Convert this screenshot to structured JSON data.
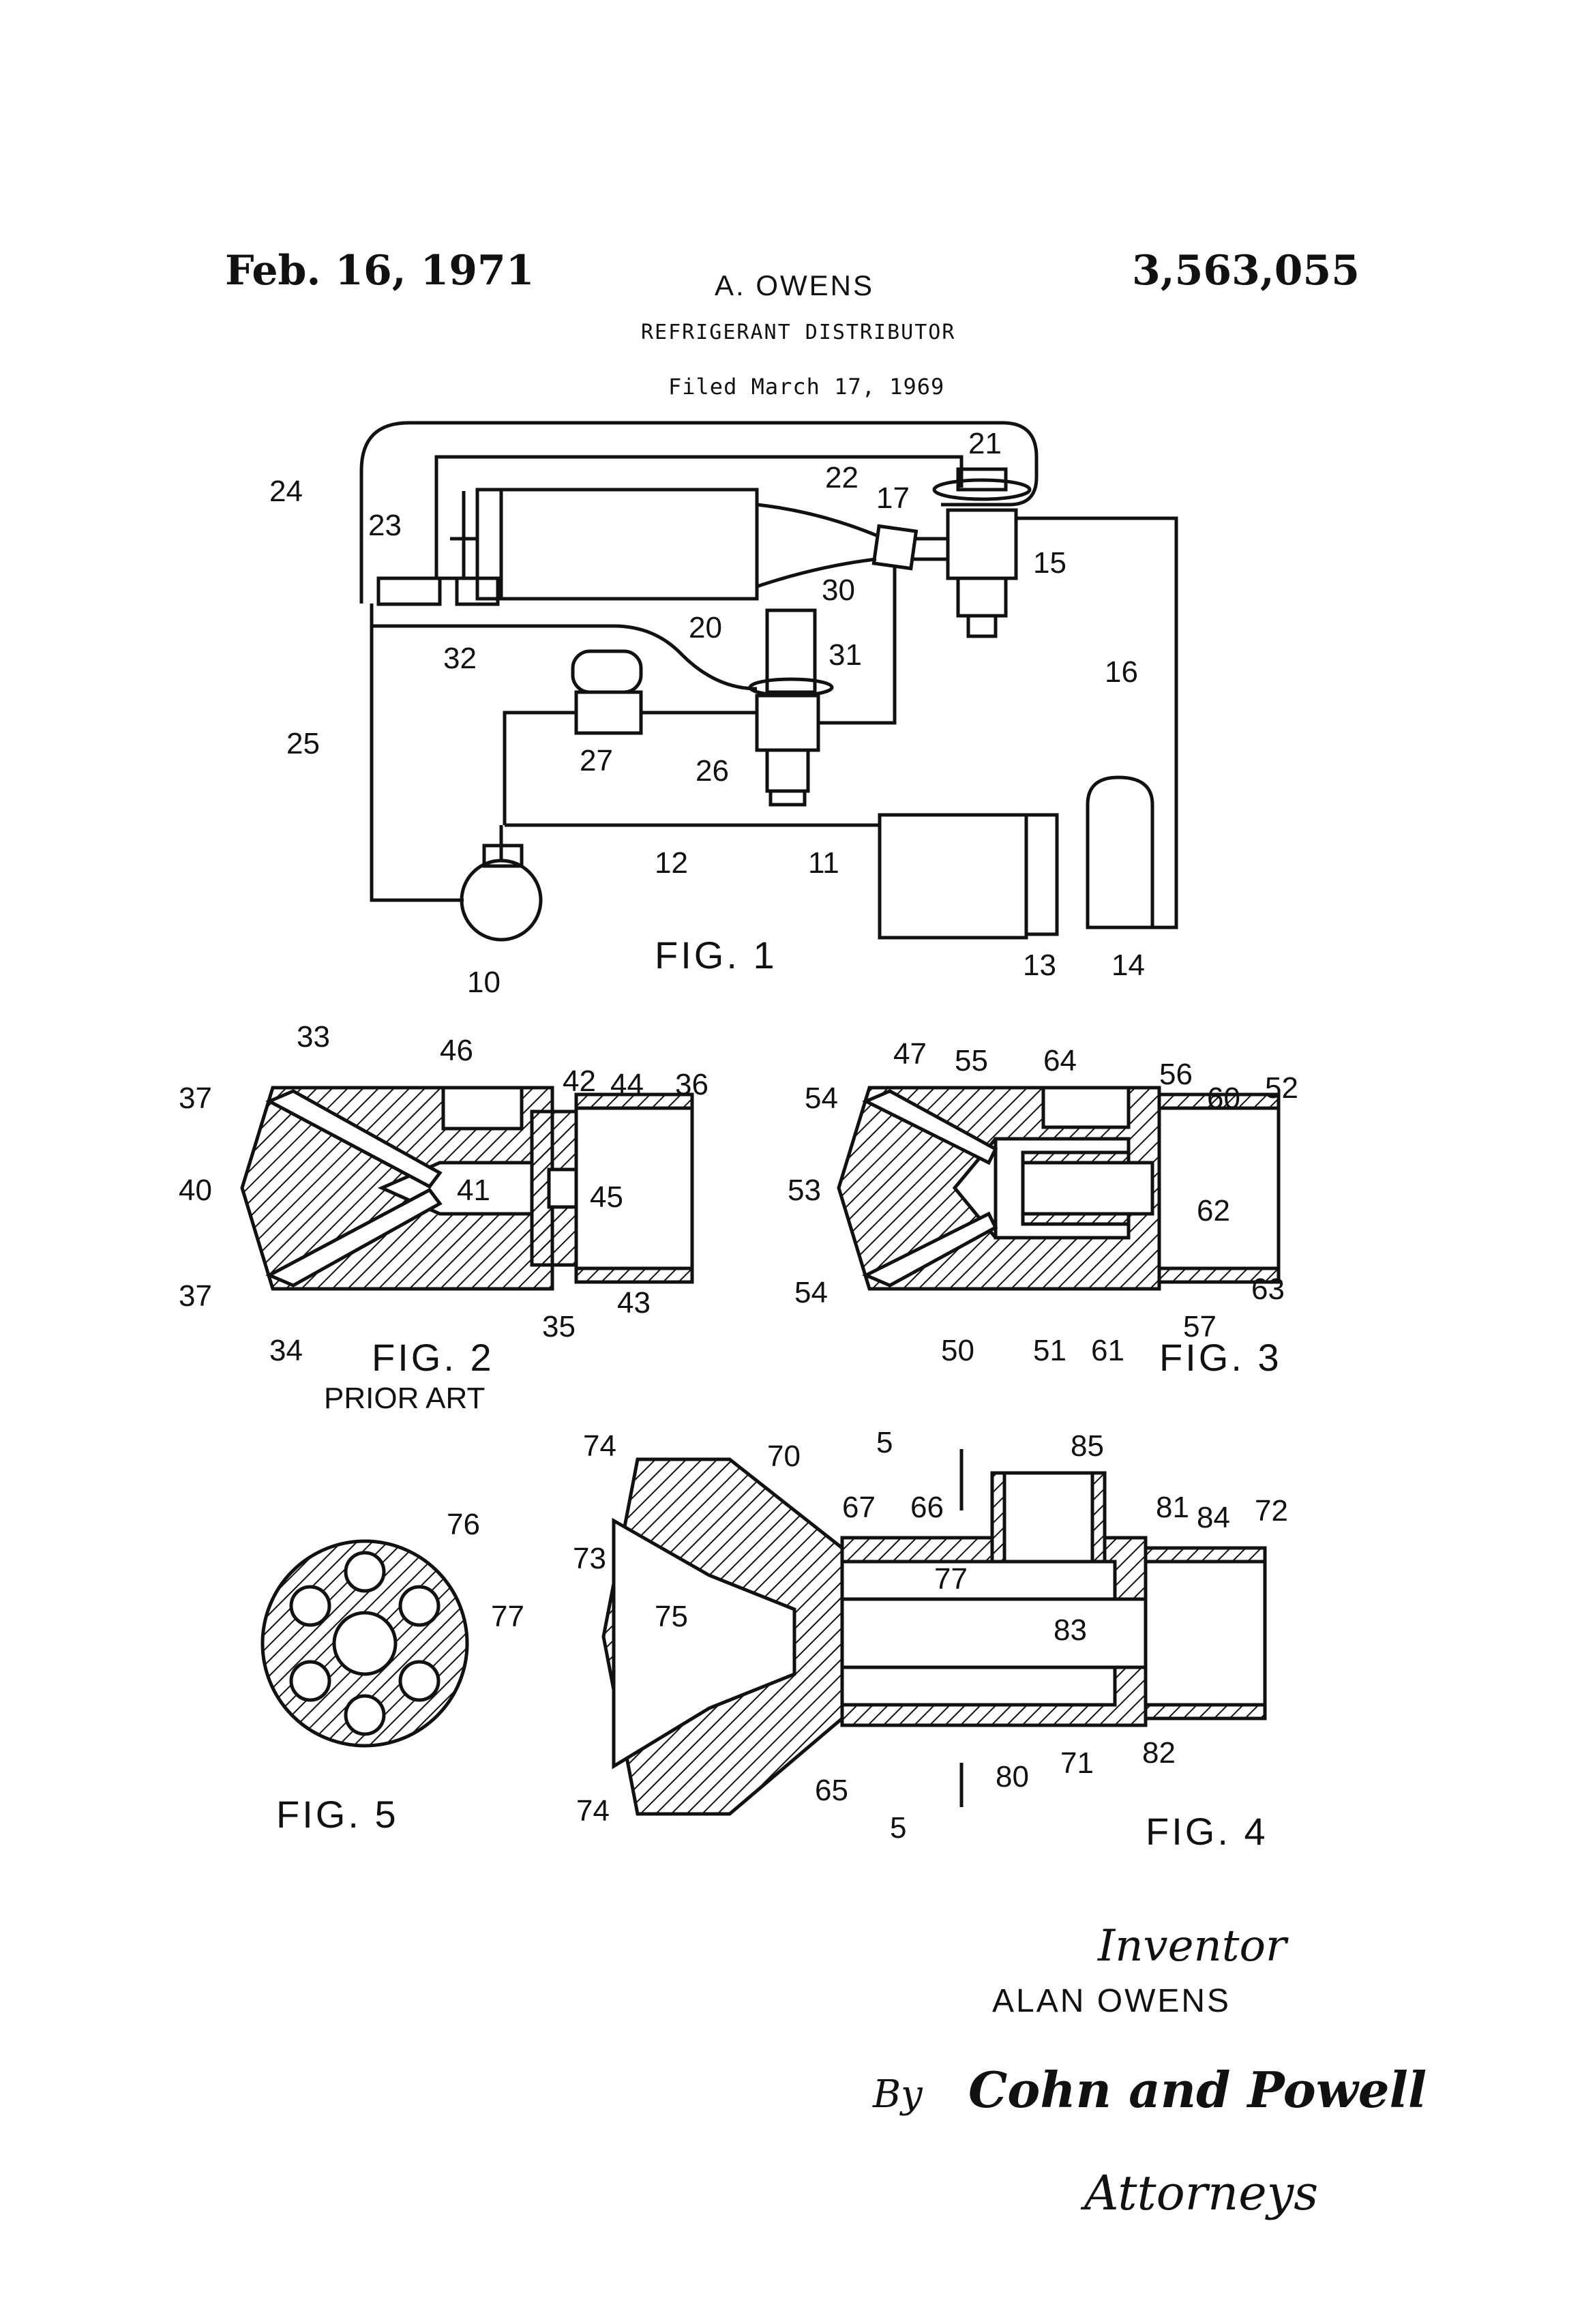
{
  "header": {
    "date": "Feb. 16, 1971",
    "inventor": "A. OWENS",
    "patent_number": "3,563,055",
    "title": "REFRIGERANT DISTRIBUTOR",
    "filed": "Filed March 17, 1969"
  },
  "figures": {
    "fig1": {
      "caption": "FIG. 1",
      "labels": [
        "24",
        "23",
        "22",
        "21",
        "17",
        "15",
        "30",
        "20",
        "32",
        "31",
        "16",
        "25",
        "27",
        "26",
        "12",
        "11",
        "10",
        "13",
        "14"
      ]
    },
    "fig2": {
      "caption": "FIG. 2",
      "subcaption": "PRIOR ART",
      "labels": [
        "33",
        "46",
        "42",
        "44",
        "36",
        "37",
        "41",
        "40",
        "45",
        "37",
        "34",
        "35",
        "43"
      ]
    },
    "fig3": {
      "caption": "FIG. 3",
      "labels": [
        "47",
        "55",
        "64",
        "56",
        "60",
        "52",
        "54",
        "53",
        "62",
        "54",
        "63",
        "57",
        "50",
        "51",
        "61"
      ]
    },
    "fig4": {
      "caption": "FIG. 4",
      "labels": [
        "5",
        "85",
        "74",
        "70",
        "67",
        "66",
        "81",
        "84",
        "72",
        "73",
        "77",
        "75",
        "83",
        "82",
        "71",
        "80",
        "65",
        "5",
        "74"
      ]
    },
    "fig5": {
      "caption": "FIG. 5",
      "labels": [
        "76",
        "77"
      ]
    }
  },
  "signature": {
    "inventor_script": "Inventor",
    "inventor_name": "ALAN OWENS",
    "by": "By",
    "firm": "Cohn and Powell",
    "attorneys": "Attorneys"
  },
  "colors": {
    "ink": "#111111",
    "paper": "#ffffff"
  }
}
